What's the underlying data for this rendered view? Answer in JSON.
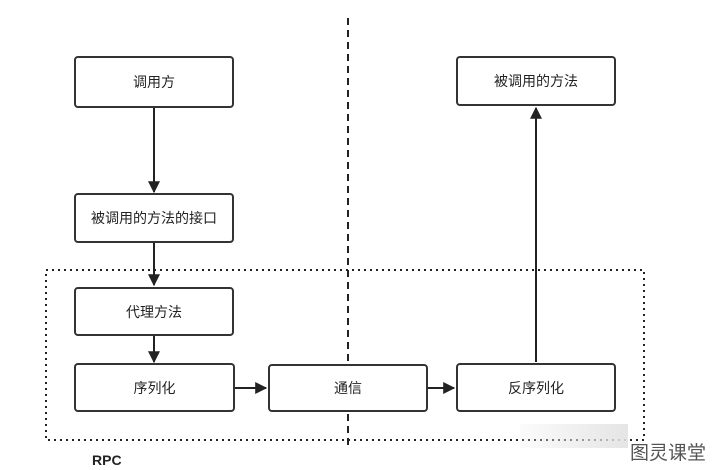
{
  "diagram": {
    "nodes": {
      "caller": "调用方",
      "interface": "被调用的方法的接口",
      "proxy": "代理方法",
      "serialize": "序列化",
      "communicate": "通信",
      "deserialize": "反序列化",
      "callee": "被调用的方法"
    },
    "group_label": "RPC"
  },
  "watermark": "图灵课堂"
}
